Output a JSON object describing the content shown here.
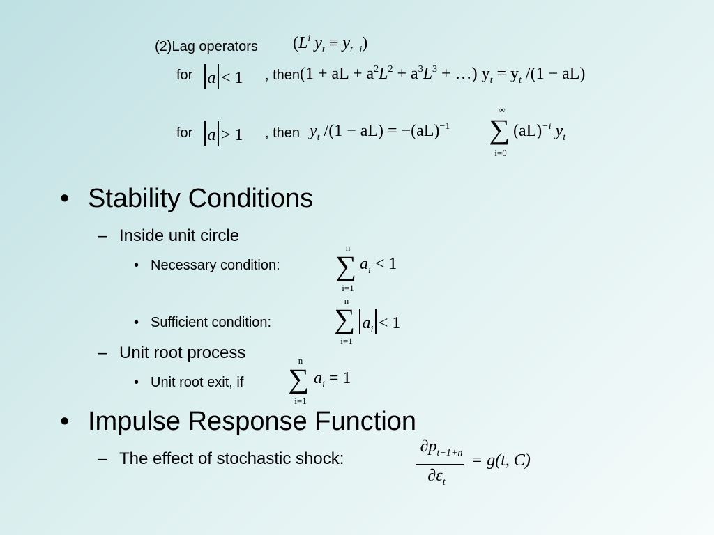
{
  "lag": {
    "title": "(2)Lag operators",
    "def_paren_open": "(",
    "def_L": "L",
    "def_i": "i",
    "def_y": "y",
    "def_t": "t",
    "def_equiv": "≡",
    "def_y2": "y",
    "def_ti": "t−i",
    "def_paren_close": ")",
    "for1": "for",
    "a1": "a",
    "lt1": "< 1",
    "then1": ", then",
    "eq1": {
      "lhs": "(1 + aL + a",
      "sq": "2",
      "L2": "L",
      "sq2": "2",
      "plus3": " + a",
      "cube": "3",
      "L3": "L",
      "cube2": "3",
      "rest": " + …) y",
      "t": "t",
      "eq": " = y",
      "t2": "t",
      "tail": " /(1 − aL)"
    },
    "for2": "for",
    "a2": "a",
    "gt2": "> 1",
    "then2": ", then",
    "eq2": {
      "y": "y",
      "t": "t",
      "mid": " /(1 − aL) = −(aL)",
      "inv": "−1",
      "sum_top": "∞",
      "sum_bot": "i=0",
      "sum_body": "(aL)",
      "neg_i": "−i",
      "y2": "y",
      "t2": "t"
    }
  },
  "stability": {
    "bullet": "•",
    "title": "Stability Conditions",
    "dash1": "–",
    "inside": "Inside unit circle",
    "dot": "•",
    "necessary": "Necessary condition:",
    "nec_top": "n",
    "nec_bot": "i=1",
    "nec_a": "a",
    "nec_i": "i",
    "nec_rel": "< 1",
    "sufficient": "Sufficient condition:",
    "suf_top": "n",
    "suf_bot": "i=1",
    "suf_a": "a",
    "suf_i": "i",
    "suf_rel": "< 1",
    "dash2": "–",
    "unit_root": "Unit root process",
    "exit": "Unit root exit, if",
    "ur_top": "n",
    "ur_bot": "i=1",
    "ur_a": "a",
    "ur_i": "i",
    "ur_rel": "= 1"
  },
  "impulse": {
    "bullet": "•",
    "title": "Impulse Response Function",
    "dash": "–",
    "effect": "The effect of stochastic shock:",
    "num_d": "∂p",
    "num_sub": "t−1+n",
    "den_d": "∂ε",
    "den_sub": "t",
    "rhs": "= g(t, C)"
  }
}
